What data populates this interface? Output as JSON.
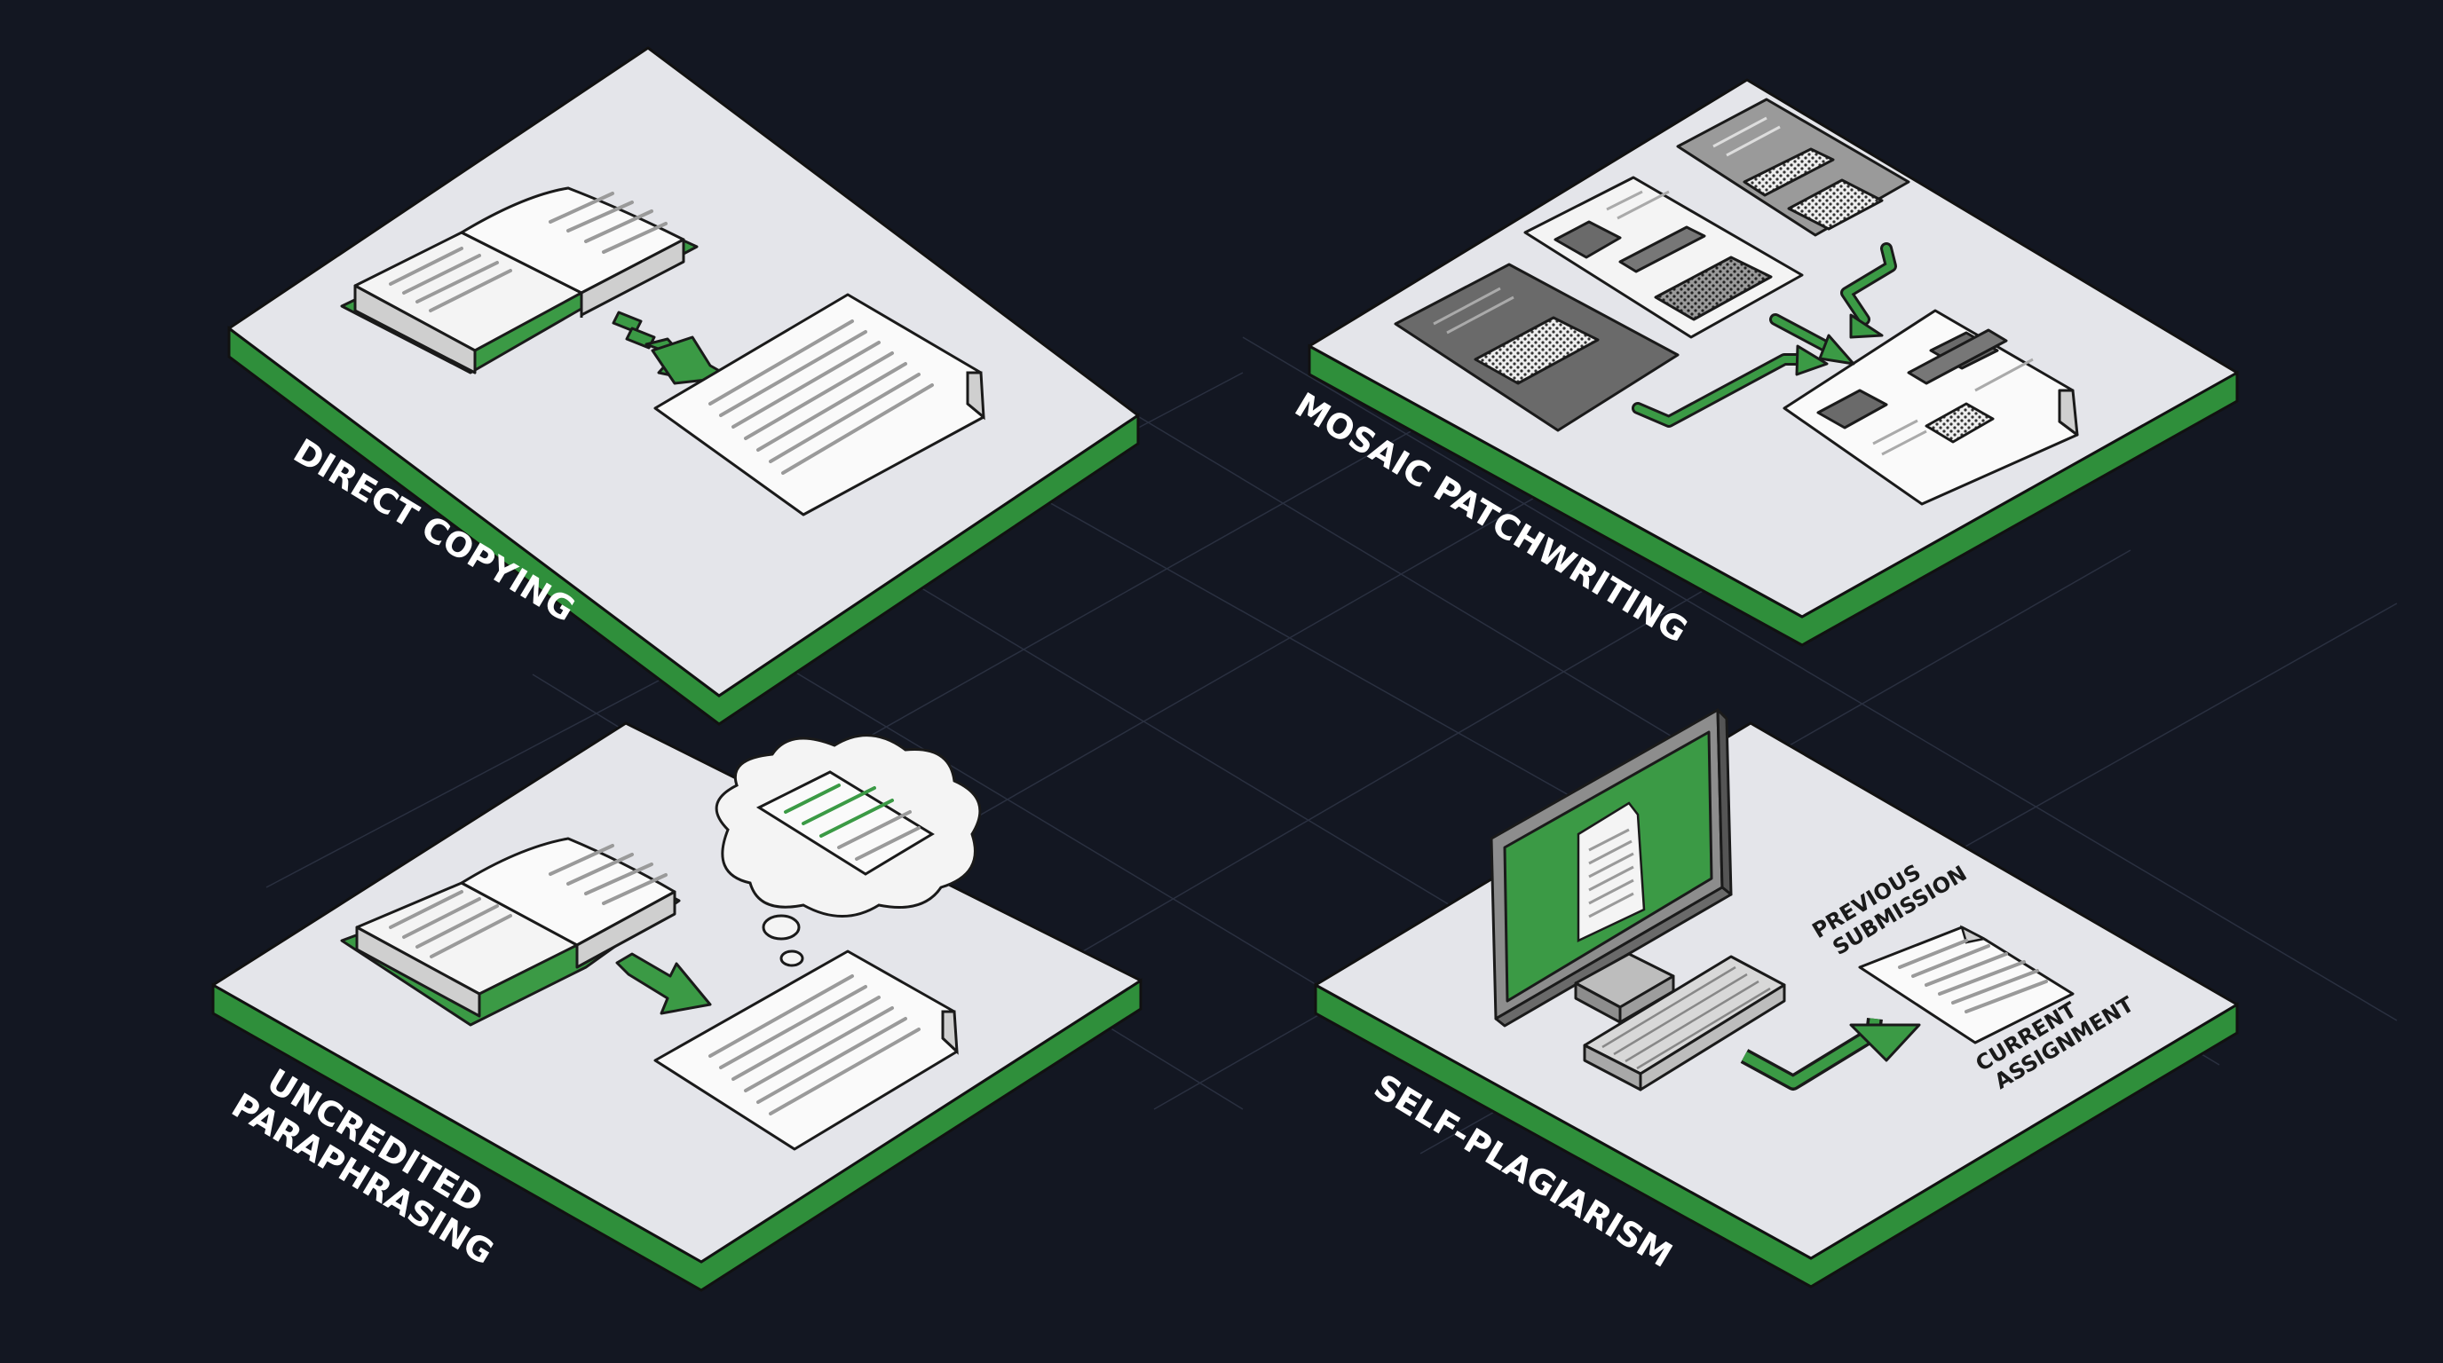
{
  "colors": {
    "background": "#131722",
    "platform_top": "#e4e5ea",
    "platform_side": "#2f8f3b",
    "accent_green": "#3b9a45",
    "outline": "#1a1a1a",
    "text": "#ffffff"
  },
  "panels": {
    "direct": {
      "label_lines": [
        "DIRECT COPYING"
      ]
    },
    "mosaic": {
      "label_lines": [
        "MOSAIC PATCHWRITING"
      ]
    },
    "uncredited": {
      "label_lines": [
        "UNCREDITED",
        "PARAPHRASING"
      ]
    },
    "self": {
      "label_lines": [
        "SELF-PLAGIARISM"
      ],
      "previous_lines": [
        "PREVIOUS",
        "SUBMISSION"
      ],
      "current_lines": [
        "CURRENT",
        "ASSIGNMENT"
      ]
    }
  },
  "icons": [
    "open-book-icon",
    "document-icon",
    "arrow-icon",
    "thought-cloud-icon",
    "computer-monitor-icon",
    "keyboard-icon"
  ]
}
